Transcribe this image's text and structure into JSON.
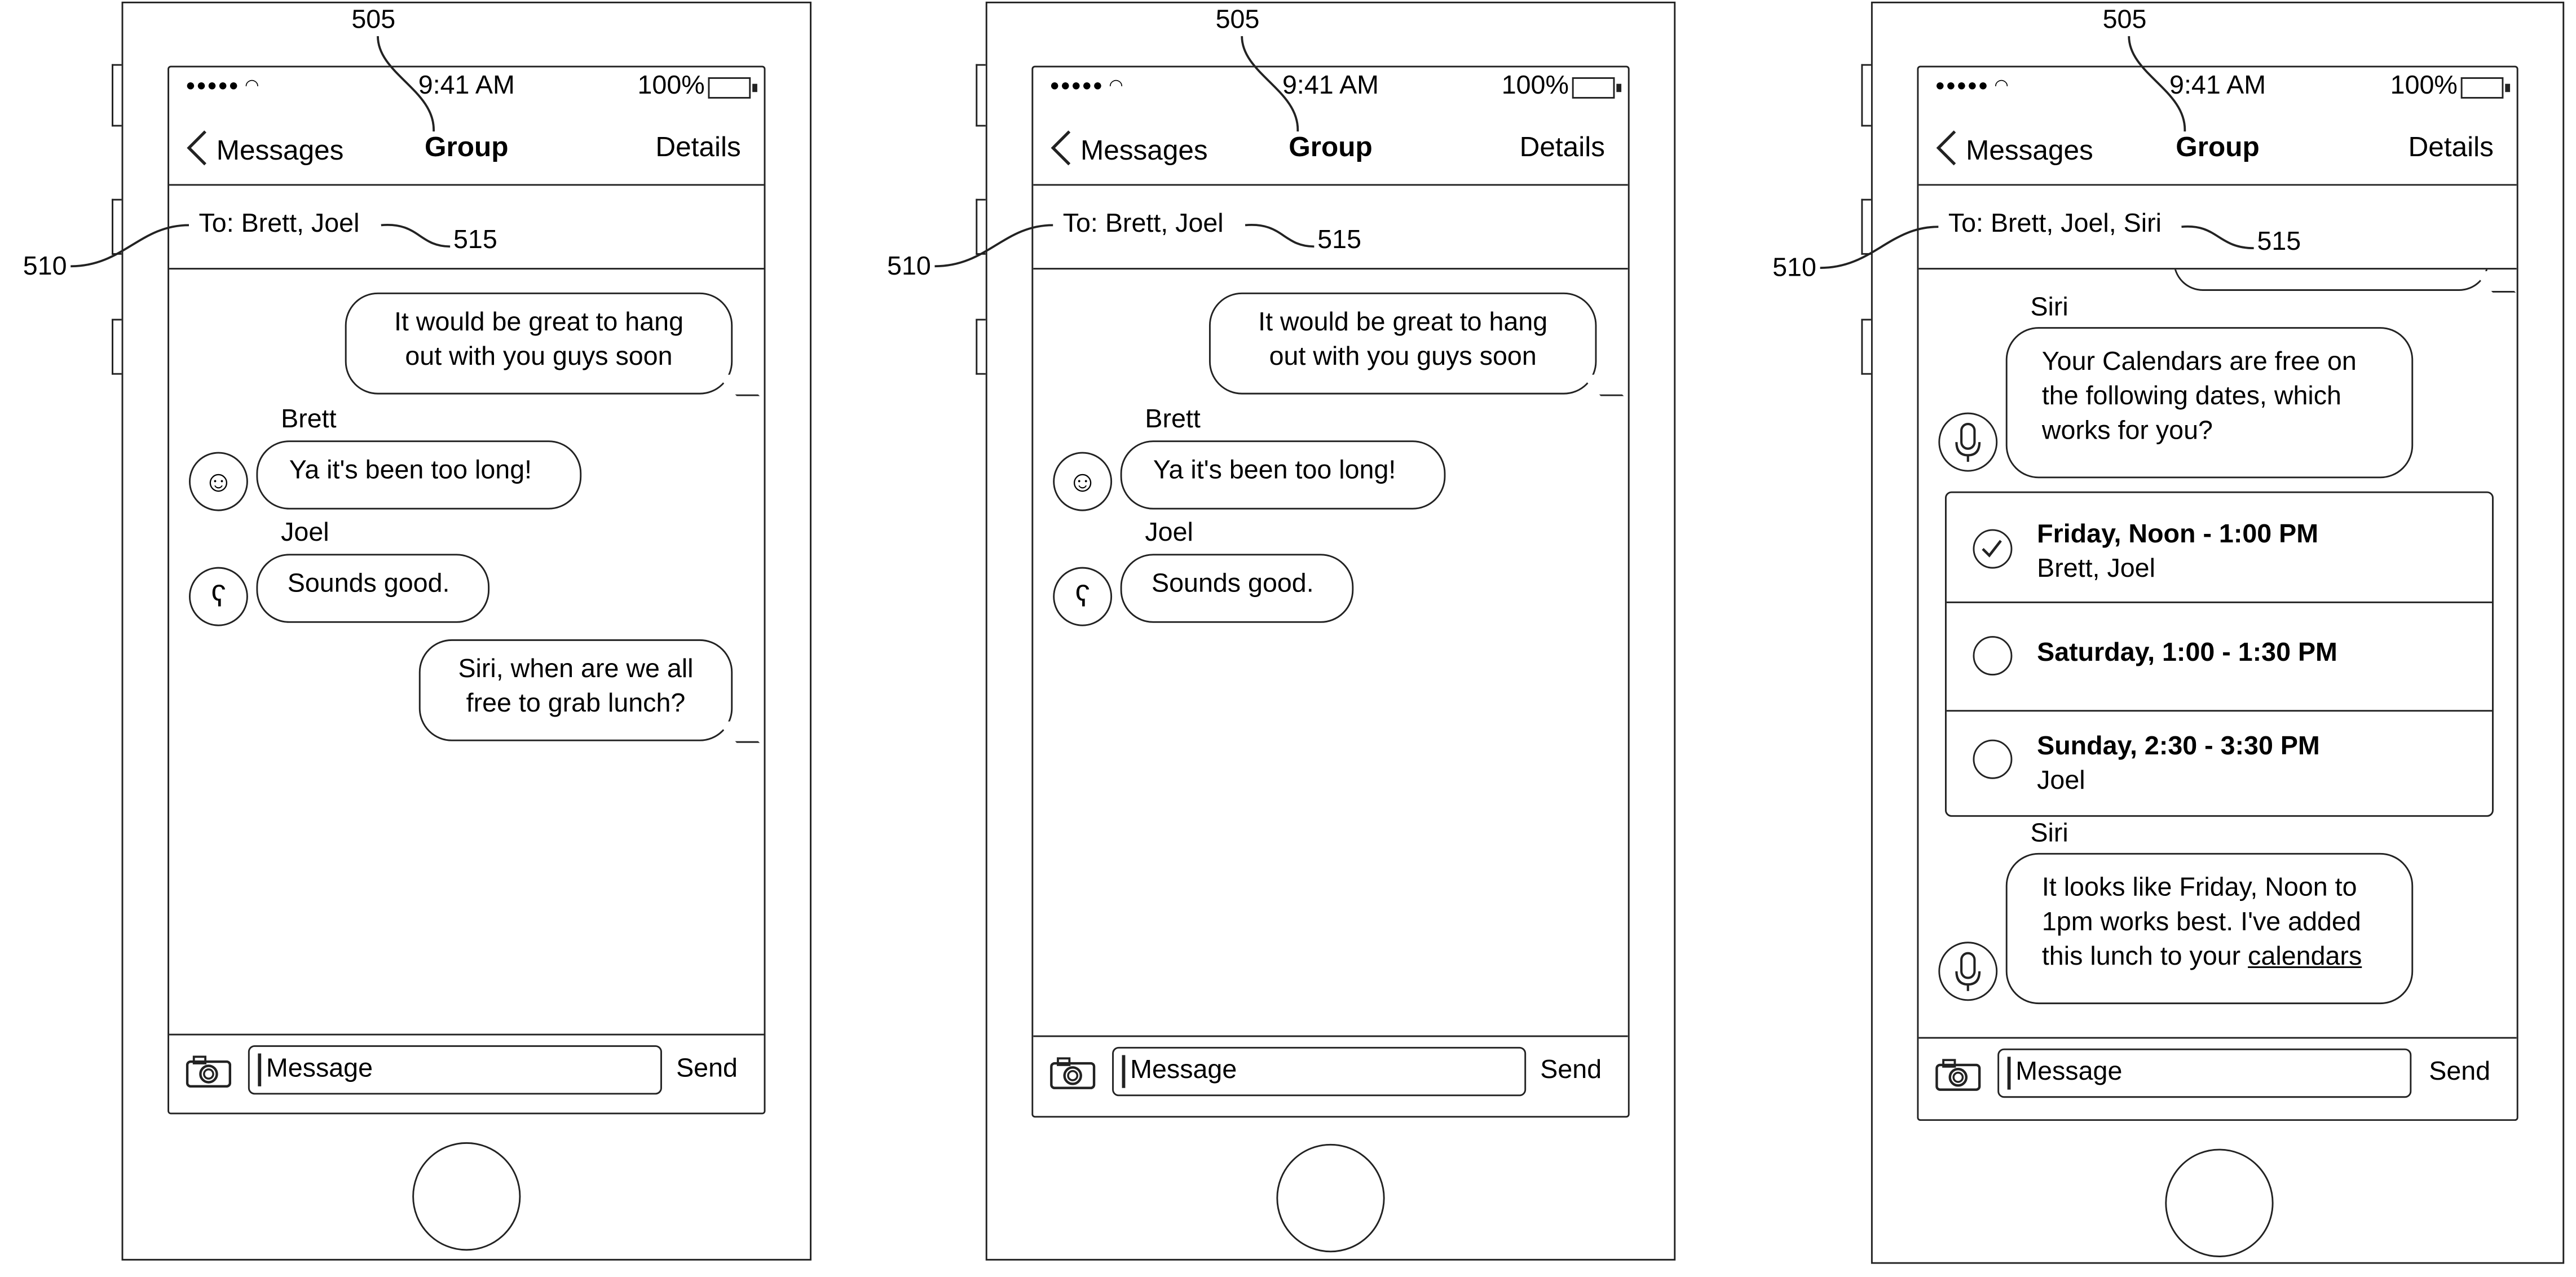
{
  "status": {
    "time": "9:41 AM",
    "battery": "100%"
  },
  "nav": {
    "back": "Messages",
    "title": "Group",
    "details": "Details"
  },
  "input": {
    "placeholder": "Message",
    "send": "Send"
  },
  "refs": {
    "r505": "505",
    "r510": "510",
    "r515": "515"
  },
  "screen1": {
    "to": "To: Brett, Joel",
    "msg1": [
      "It would be great to hang",
      "out with you guys soon"
    ],
    "brett_name": "Brett",
    "brett_msg": "Ya it's been too long!",
    "joel_name": "Joel",
    "joel_msg": "Sounds good.",
    "msg4": [
      "Siri, when are we all",
      "free to grab lunch?"
    ]
  },
  "screen2": {
    "to": "To: Brett, Joel",
    "msg1": [
      "It would be great to hang",
      "out with you guys soon"
    ],
    "brett_name": "Brett",
    "brett_msg": "Ya it's been too long!",
    "joel_name": "Joel",
    "joel_msg": "Sounds good."
  },
  "screen3": {
    "to": "To: Brett, Joel, Siri",
    "siri_name": "Siri",
    "siri_msg1": [
      "Your Calendars are free on",
      "the following dates, which",
      "works for you?"
    ],
    "options": [
      {
        "title": "Friday, Noon - 1:00 PM",
        "sub": "Brett, Joel",
        "checked": true
      },
      {
        "title": "Saturday, 1:00 - 1:30 PM",
        "sub": "",
        "checked": false
      },
      {
        "title": "Sunday, 2:30 - 3:30 PM",
        "sub": "Joel",
        "checked": false
      }
    ],
    "siri_name2": "Siri",
    "siri_msg2_line1": "It looks like Friday, Noon to",
    "siri_msg2_line2": "1pm works best. I've added",
    "siri_msg2_line3_pre": "this lunch to your ",
    "siri_msg2_link": "calendars"
  }
}
